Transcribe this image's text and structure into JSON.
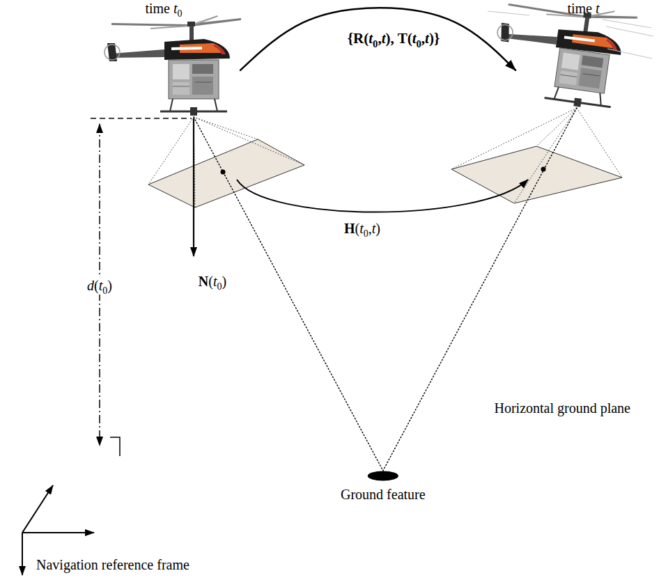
{
  "diagram": {
    "nodes": [
      {
        "text": [
          "time t0"
        ]
      },
      {
        "text": [
          "time t"
        ]
      },
      {
        "text": [
          "Horizontal ground plane"
        ]
      },
      {
        "text": [
          "Ground feature"
        ],
        "in": 2
      }
    ],
    "edges": [
      {
        "from": 0,
        "to": 1,
        "arrow": "to",
        "label": "{R(t0,t), T(t0,t)}"
      },
      {
        "from": 0,
        "to": 3,
        "arrow": "none"
      },
      {
        "from": 1,
        "to": 3,
        "arrow": "none"
      }
    ],
    "labels": [
      "H(t0,t)",
      "N(t0)",
      "d(t0)",
      "Navigation reference frame"
    ]
  }
}
